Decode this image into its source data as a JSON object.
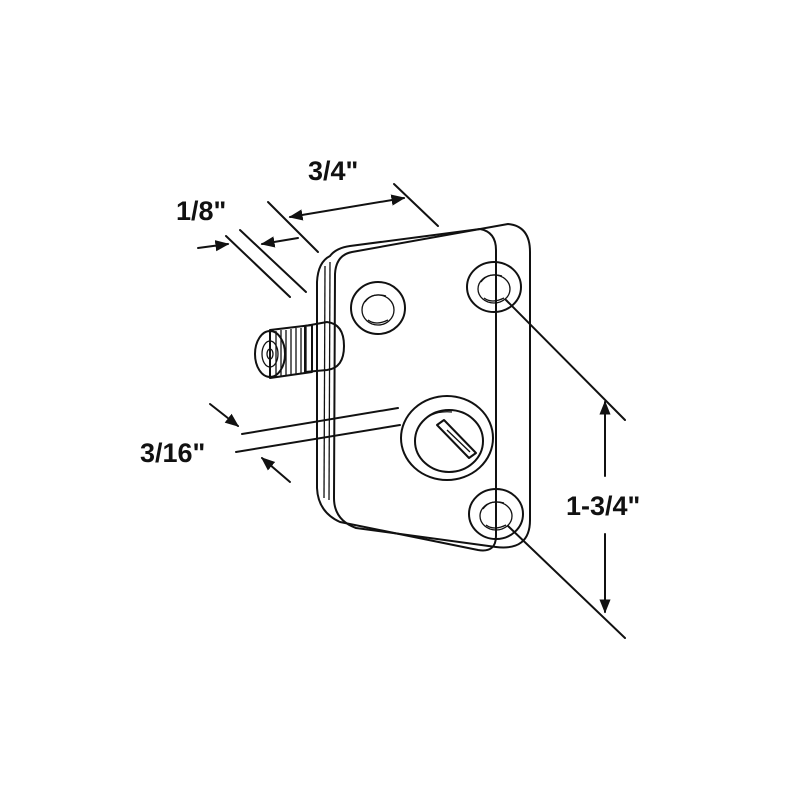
{
  "diagram": {
    "ink_color": "#111111",
    "background_color": "#ffffff",
    "labels": {
      "width": "3/4\"",
      "thickness": "1/8\"",
      "hole_offset": "3/16\"",
      "height": "1-3/4\""
    }
  }
}
